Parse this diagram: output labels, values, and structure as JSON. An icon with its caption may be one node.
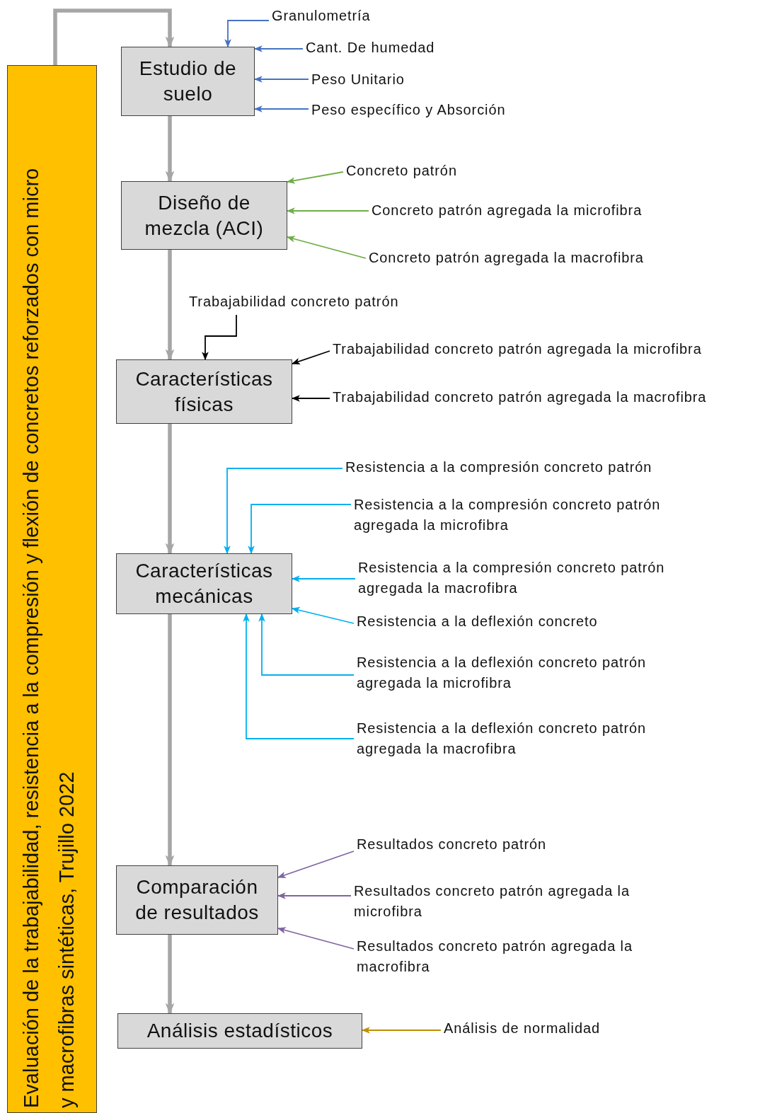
{
  "diagram": {
    "nodes": [
      {
        "text": [
          "Evaluación de la trabajabilidad, resistencia a la compresión y flexión de concretos reforzados con micro y macrofibras sintéticas, Trujillo 2022"
        ]
      },
      {
        "text": [
          "Estudio de suelo"
        ]
      },
      {
        "text": [
          "Diseño de mezcla (ACI)"
        ]
      },
      {
        "text": [
          "Características físicas"
        ]
      },
      {
        "text": [
          "Características mecánicas"
        ]
      },
      {
        "text": [
          "Comparación de resultados"
        ]
      },
      {
        "text": [
          "Análisis estadísticos"
        ]
      },
      {
        "text": [
          "Granulometría"
        ]
      },
      {
        "text": [
          "Cant. De humedad"
        ]
      },
      {
        "text": [
          "Peso Unitario"
        ]
      },
      {
        "text": [
          "Peso específico y Absorción"
        ]
      },
      {
        "text": [
          "Concreto patrón"
        ]
      },
      {
        "text": [
          "Concreto patrón agregada la microfibra"
        ]
      },
      {
        "text": [
          "Concreto patrón agregada la macrofibra"
        ]
      },
      {
        "text": [
          "Trabajabilidad concreto patrón"
        ]
      },
      {
        "text": [
          "Trabajabilidad concreto patrón agregada la microfibra"
        ]
      },
      {
        "text": [
          "Trabajabilidad concreto patrón agregada la macrofibra"
        ]
      },
      {
        "text": [
          "Resistencia a la compresión concreto patrón"
        ]
      },
      {
        "text": [
          "Resistencia a la compresión concreto patrón agregada la microfibra"
        ]
      },
      {
        "text": [
          "Resistencia a la compresión concreto patrón agregada la macrofibra"
        ]
      },
      {
        "text": [
          "Resistencia a la deflexión concreto"
        ]
      },
      {
        "text": [
          "Resistencia a la deflexión concreto patrón agregada la microfibra"
        ]
      },
      {
        "text": [
          "Resistencia a la deflexión concreto patrón agregada la macrofibra"
        ]
      },
      {
        "text": [
          "Resultados concreto patrón"
        ]
      },
      {
        "text": [
          "Resultados concreto patrón agregada la microfibra"
        ]
      },
      {
        "text": [
          "Resultados concreto patrón agregada la macrofibra"
        ]
      },
      {
        "text": [
          "Análisis de normalidad"
        ]
      }
    ],
    "edges": [
      {
        "from": 0,
        "to": 1,
        "arrow": "to",
        "style": "thick"
      },
      {
        "from": 1,
        "to": 2,
        "arrow": "to",
        "style": "thick"
      },
      {
        "from": 2,
        "to": 3,
        "arrow": "to",
        "style": "thick"
      },
      {
        "from": 3,
        "to": 4,
        "arrow": "to",
        "style": "thick"
      },
      {
        "from": 4,
        "to": 5,
        "arrow": "to",
        "style": "thick"
      },
      {
        "from": 5,
        "to": 6,
        "arrow": "to",
        "style": "thick"
      },
      {
        "from": 7,
        "to": 1,
        "arrow": "to",
        "color": "#4472c4"
      },
      {
        "from": 8,
        "to": 1,
        "arrow": "to",
        "color": "#4472c4"
      },
      {
        "from": 9,
        "to": 1,
        "arrow": "to",
        "color": "#4472c4"
      },
      {
        "from": 10,
        "to": 1,
        "arrow": "to",
        "color": "#4472c4"
      },
      {
        "from": 11,
        "to": 2,
        "arrow": "to",
        "color": "#70ad47"
      },
      {
        "from": 12,
        "to": 2,
        "arrow": "to",
        "color": "#70ad47"
      },
      {
        "from": 13,
        "to": 2,
        "arrow": "to",
        "color": "#70ad47"
      },
      {
        "from": 14,
        "to": 3,
        "arrow": "to",
        "color": "#000000"
      },
      {
        "from": 15,
        "to": 3,
        "arrow": "to",
        "color": "#000000"
      },
      {
        "from": 16,
        "to": 3,
        "arrow": "to",
        "color": "#000000"
      },
      {
        "from": 17,
        "to": 4,
        "arrow": "to",
        "color": "#00b0f0"
      },
      {
        "from": 18,
        "to": 4,
        "arrow": "to",
        "color": "#00b0f0"
      },
      {
        "from": 19,
        "to": 4,
        "arrow": "to",
        "color": "#00b0f0"
      },
      {
        "from": 20,
        "to": 4,
        "arrow": "to",
        "color": "#00b0f0"
      },
      {
        "from": 21,
        "to": 4,
        "arrow": "to",
        "color": "#00b0f0"
      },
      {
        "from": 22,
        "to": 4,
        "arrow": "to",
        "color": "#00b0f0"
      },
      {
        "from": 23,
        "to": 5,
        "arrow": "to",
        "color": "#8064a2"
      },
      {
        "from": 24,
        "to": 5,
        "arrow": "to",
        "color": "#8064a2"
      },
      {
        "from": 25,
        "to": 5,
        "arrow": "to",
        "color": "#8064a2"
      },
      {
        "from": 26,
        "to": 6,
        "arrow": "to",
        "color": "#bf8f00"
      }
    ]
  }
}
